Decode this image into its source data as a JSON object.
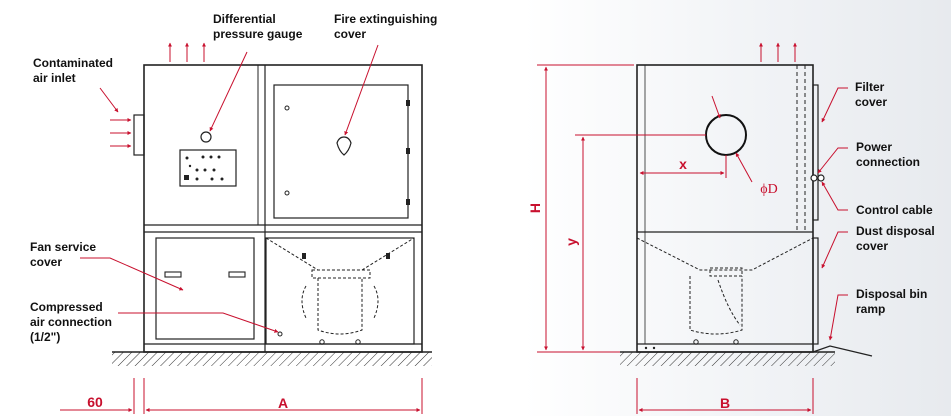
{
  "labels": {
    "contaminated_air_inlet": [
      "Contaminated",
      "air inlet"
    ],
    "differential_pressure_gauge": [
      "Differential",
      "pressure gauge"
    ],
    "fire_extinguishing_cover": [
      "Fire extinguishing",
      "cover"
    ],
    "fan_service_cover": [
      "Fan service",
      "cover"
    ],
    "compressed_air_connection": [
      "Compressed",
      "air connection",
      "(1/2\")"
    ],
    "filter_cover": [
      "Filter",
      "cover"
    ],
    "power_connection": [
      "Power",
      "connection"
    ],
    "control_cable": [
      "Control cable"
    ],
    "dust_disposal_cover": [
      "Dust disposal",
      "cover"
    ],
    "disposal_bin_ramp": [
      "Disposal bin",
      "ramp"
    ]
  },
  "dimensions": {
    "a": "A",
    "b": "B",
    "h": "H",
    "x": "x",
    "y": "y",
    "diameter": "ϕD",
    "offset": "60"
  },
  "colors": {
    "accent": "#c8102e",
    "line": "#222222"
  }
}
